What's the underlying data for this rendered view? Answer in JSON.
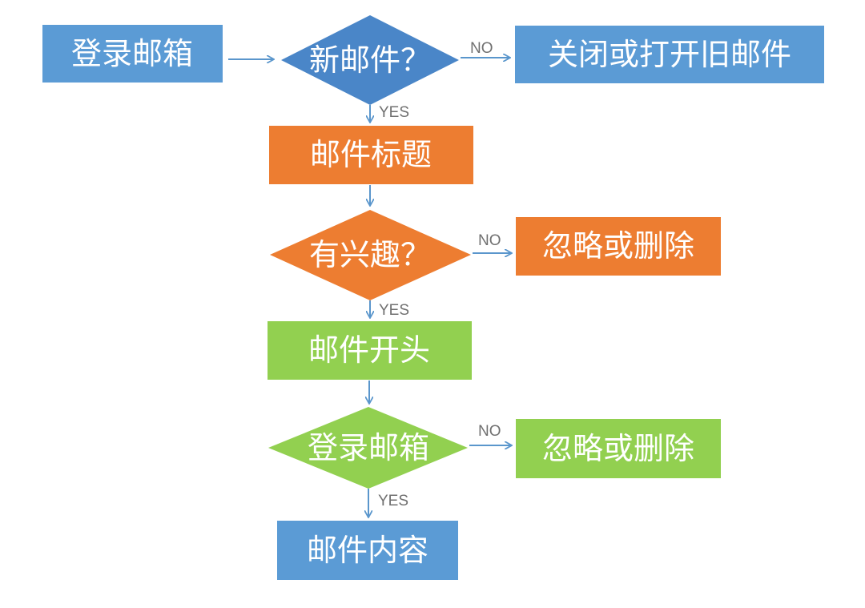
{
  "colors": {
    "blue": "#5b9bd5",
    "orange": "#ed7d31",
    "green": "#92d050",
    "arrow": "#5a96cc",
    "label": "#707070"
  },
  "nodes": {
    "login": "登录邮箱",
    "new_mail_decision": "新邮件？",
    "close_open_old": "关闭或打开旧邮件",
    "mail_subject": "邮件标题",
    "interested_decision": "有兴趣？",
    "ignore_delete_1": "忽略或删除",
    "mail_opening": "邮件开头",
    "login_decision": "登录邮箱",
    "ignore_delete_2": "忽略或删除",
    "mail_content": "邮件内容"
  },
  "edge_labels": {
    "no_1": "NO",
    "yes_1": "YES",
    "no_2": "NO",
    "yes_2": "YES",
    "no_3": "NO",
    "yes_3": "YES"
  }
}
